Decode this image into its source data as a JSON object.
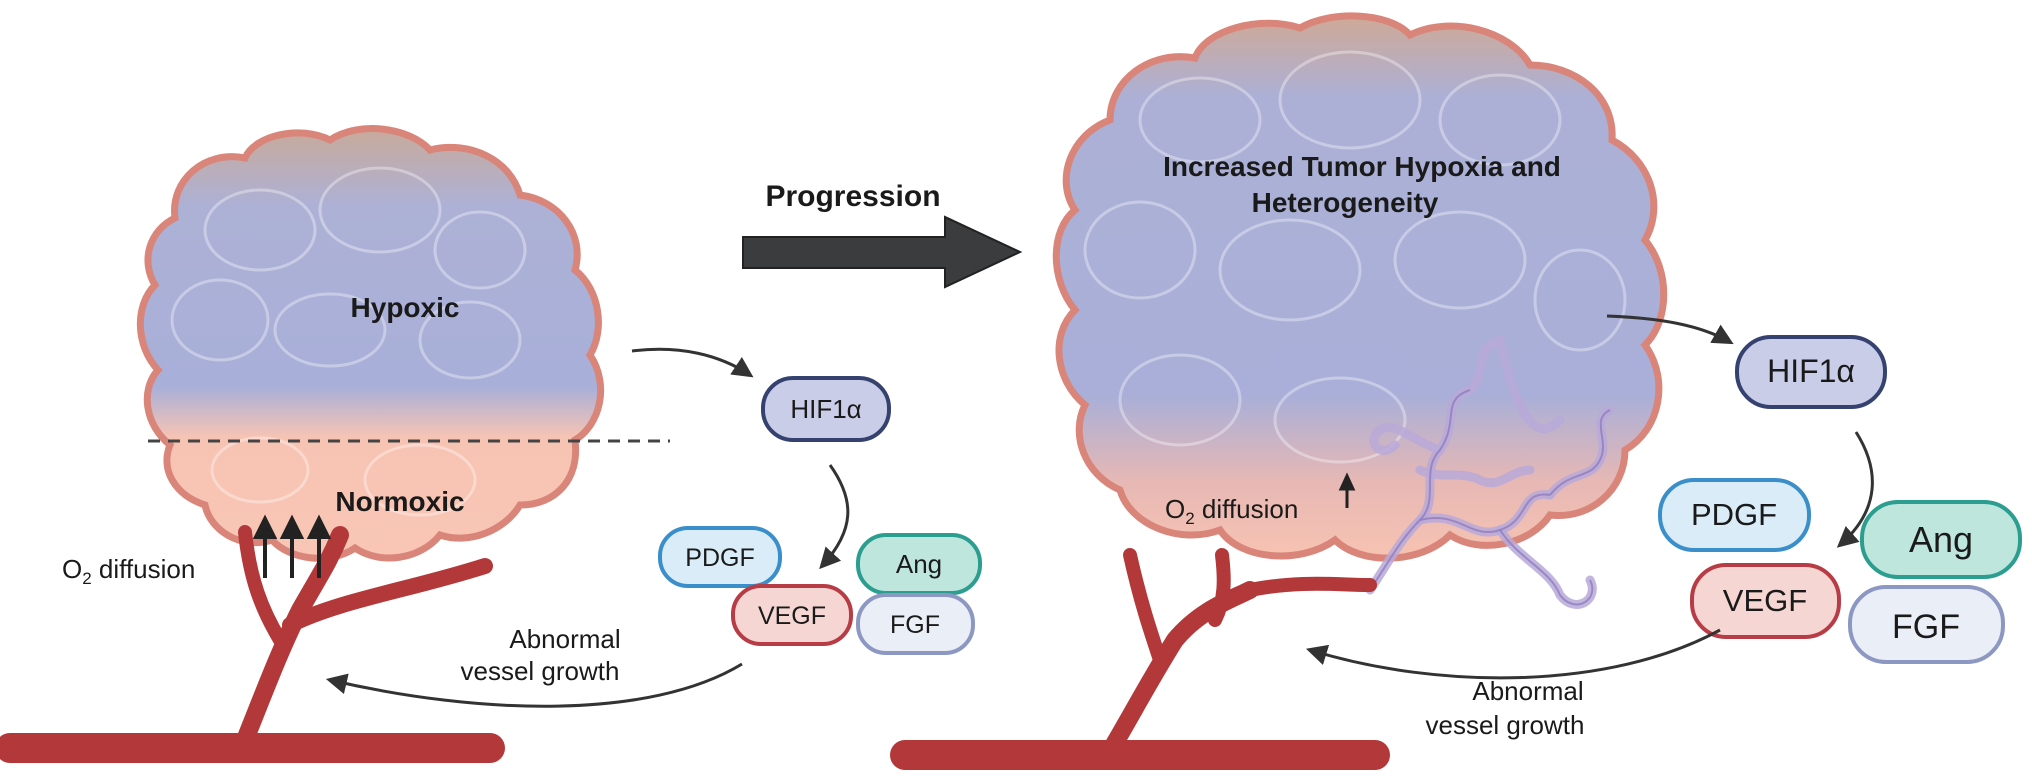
{
  "left_panel": {
    "hypoxic_label": "Hypoxic",
    "normoxic_label": "Normoxic",
    "o2_prefix": "O",
    "o2_subscript": "2",
    "o2_suffix": " diffusion",
    "hif_label": "HIF1α",
    "factors": {
      "pdgf": "PDGF",
      "ang": "Ang",
      "vegf": "VEGF",
      "fgf": "FGF"
    },
    "vessel_line1": "Abnormal",
    "vessel_line2": "vessel growth"
  },
  "center": {
    "progression_label": "Progression"
  },
  "right_panel": {
    "title_line1": "Increased Tumor  Hypoxia and",
    "title_line2": "Heterogeneity",
    "o2_prefix": "O",
    "o2_subscript": "2",
    "o2_suffix": " diffusion",
    "hif_label": "HIF1α",
    "factors": {
      "pdgf": "PDGF",
      "ang": "Ang",
      "vegf": "VEGF",
      "fgf": "FGF"
    },
    "vessel_line1": "Abnormal",
    "vessel_line2": "vessel growth"
  },
  "colors": {
    "tumor_outline": "#d9857a",
    "hypoxic_fill": "#a8afd8",
    "normoxic_fill": "#f7c2b2",
    "vessel": "#b3383a",
    "hif_border": "#35416f",
    "hif_fill": "#c9cde8",
    "pdgf_border": "#3a8ec9",
    "pdgf_fill": "#d9ecf8",
    "ang_border": "#2b9e8f",
    "ang_fill": "#bfe6dd",
    "vegf_border": "#b83c45",
    "vegf_fill": "#f6d6d3",
    "fgf_border": "#8c98c2",
    "fgf_fill": "#eaeef7",
    "arrow": "#333333"
  }
}
